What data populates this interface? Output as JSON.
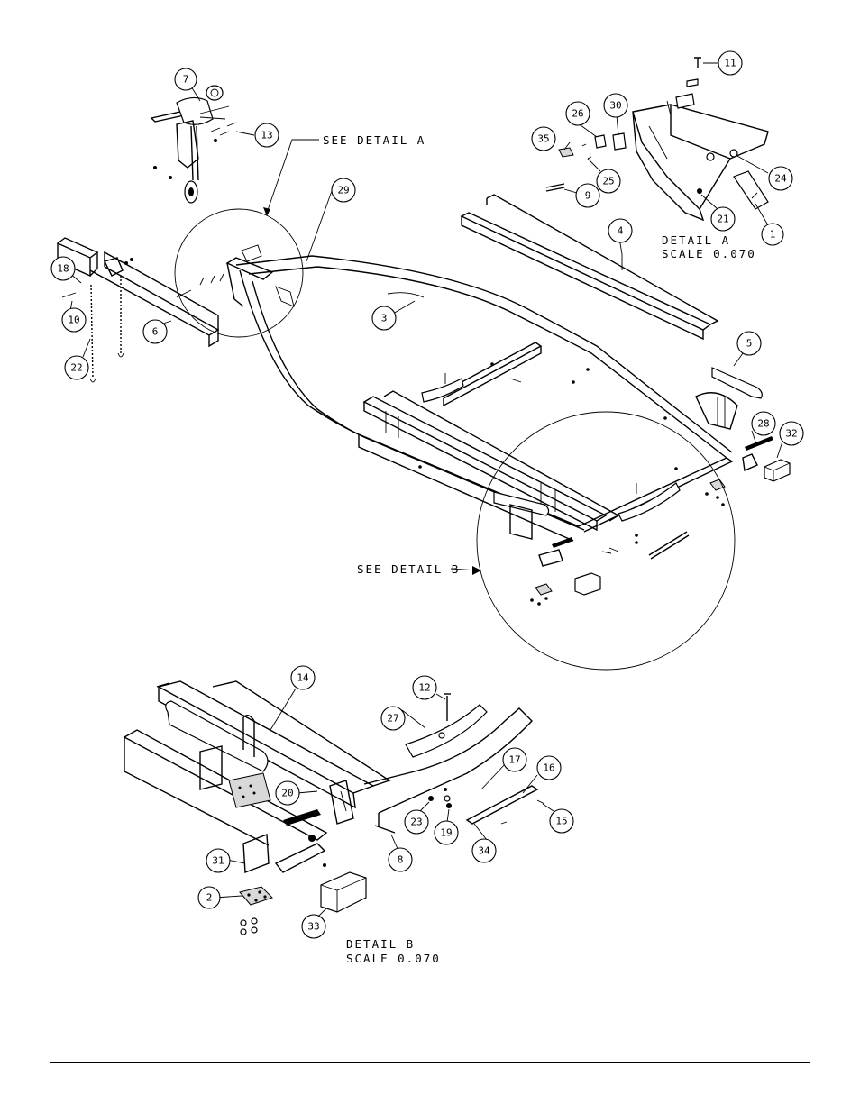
{
  "callouts": [
    {
      "id": "7",
      "label": "7"
    },
    {
      "id": "13",
      "label": "13"
    },
    {
      "id": "29",
      "label": "29"
    },
    {
      "id": "18",
      "label": "18"
    },
    {
      "id": "10",
      "label": "10"
    },
    {
      "id": "6",
      "label": "6"
    },
    {
      "id": "22",
      "label": "22"
    },
    {
      "id": "3",
      "label": "3"
    },
    {
      "id": "4",
      "label": "4"
    },
    {
      "id": "5",
      "label": "5"
    },
    {
      "id": "28",
      "label": "28"
    },
    {
      "id": "32",
      "label": "32"
    },
    {
      "id": "11",
      "label": "11"
    },
    {
      "id": "30",
      "label": "30"
    },
    {
      "id": "26",
      "label": "26"
    },
    {
      "id": "35",
      "label": "35"
    },
    {
      "id": "25",
      "label": "25"
    },
    {
      "id": "9",
      "label": "9"
    },
    {
      "id": "21",
      "label": "21"
    },
    {
      "id": "24",
      "label": "24"
    },
    {
      "id": "1",
      "label": "1"
    },
    {
      "id": "14",
      "label": "14"
    },
    {
      "id": "12",
      "label": "12"
    },
    {
      "id": "27",
      "label": "27"
    },
    {
      "id": "17",
      "label": "17"
    },
    {
      "id": "16",
      "label": "16"
    },
    {
      "id": "20",
      "label": "20"
    },
    {
      "id": "23",
      "label": "23"
    },
    {
      "id": "19",
      "label": "19"
    },
    {
      "id": "15",
      "label": "15"
    },
    {
      "id": "34",
      "label": "34"
    },
    {
      "id": "31",
      "label": "31"
    },
    {
      "id": "8",
      "label": "8"
    },
    {
      "id": "2",
      "label": "2"
    },
    {
      "id": "33",
      "label": "33"
    }
  ],
  "labels": {
    "see_detail_a": "SEE DETAIL  A",
    "see_detail_b": "SEE DETAIL  B",
    "detail_a_title": "DETAIL  A",
    "detail_a_scale": "SCALE  0.070",
    "detail_b_title": "DETAIL  B",
    "detail_b_scale": "SCALE  0.070"
  }
}
